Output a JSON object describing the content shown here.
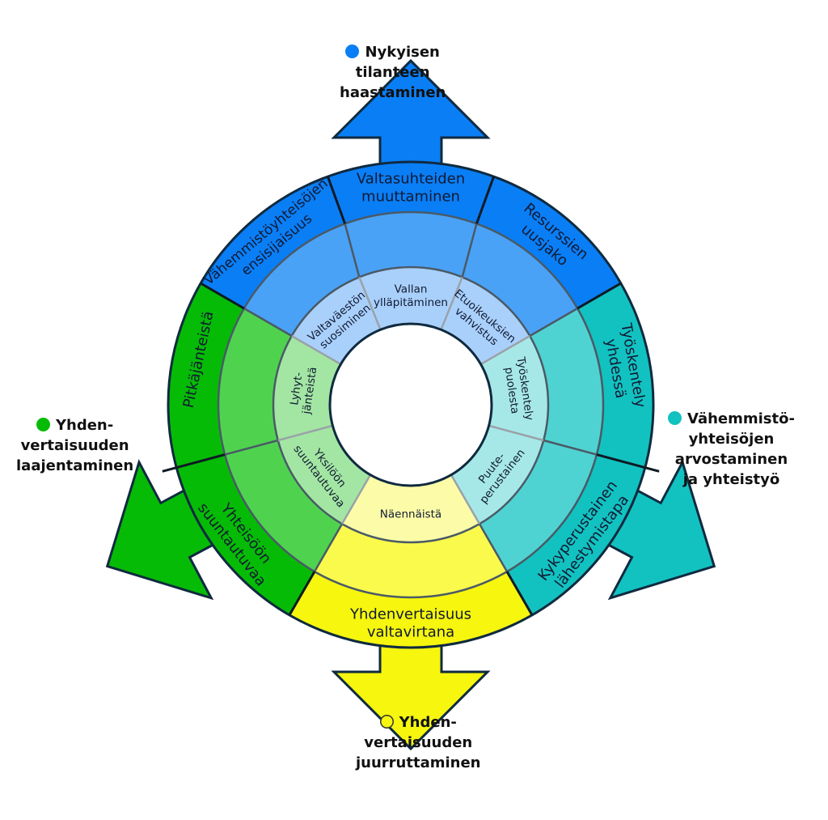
{
  "diagram": {
    "title": "Yhdenvertaisuuden kehä",
    "directions": [
      {
        "id": "top",
        "label_lines": [
          "Nykyisen",
          "tilanteen",
          "haastaminen"
        ],
        "color": "#0a7ef5",
        "dot_color": "#0a7ef5"
      },
      {
        "id": "right",
        "label_lines": [
          "Vähemmistö-",
          "yhteisöjen",
          "arvostaminen",
          "ja yhteistyö"
        ],
        "color": "#12c2c0",
        "dot_color": "#12c2c0"
      },
      {
        "id": "bottom",
        "label_lines": [
          "Yhden-",
          "vertaisuuden",
          "juurruttaminen"
        ],
        "color": "#f6f60e",
        "dot_color": "#f6f60e"
      },
      {
        "id": "left",
        "label_lines": [
          "Yhden-",
          "vertaisuuden",
          "laajentaminen"
        ],
        "color": "#06bb06",
        "dot_color": "#06bb06"
      }
    ],
    "outer_ring": [
      {
        "label_lines": [
          "Vähemmistöyhteisöjen",
          "ensisijaisuus"
        ],
        "group": "top"
      },
      {
        "label_lines": [
          "Valtasuhteiden",
          "muuttaminen"
        ],
        "group": "top"
      },
      {
        "label_lines": [
          "Resurssien",
          "uusjako"
        ],
        "group": "top"
      },
      {
        "label_lines": [
          "Työskentely",
          "yhdessä"
        ],
        "group": "right"
      },
      {
        "label_lines": [
          "Kykyperustainen",
          "lähestymistapa"
        ],
        "group": "right"
      },
      {
        "label_lines": [
          "Yhdenvertaisuus",
          "valtavirtana"
        ],
        "group": "bottom"
      },
      {
        "label_lines": [
          "Yhteisöön",
          "suuntautuvaa"
        ],
        "group": "left"
      },
      {
        "label_lines": [
          "Pitkäjänteistä"
        ],
        "group": "left"
      }
    ],
    "inner_ring": [
      {
        "label_lines": [
          "Valtaväestön",
          "suosiminen"
        ],
        "group": "top"
      },
      {
        "label_lines": [
          "Vallan",
          "ylläpitäminen"
        ],
        "group": "top"
      },
      {
        "label_lines": [
          "Etuoikeuksien",
          "vahvistus"
        ],
        "group": "top"
      },
      {
        "label_lines": [
          "Työskentely",
          "puolesta"
        ],
        "group": "right"
      },
      {
        "label_lines": [
          "Puute-",
          "perustainen"
        ],
        "group": "right"
      },
      {
        "label_lines": [
          "Näennäistä"
        ],
        "group": "bottom"
      },
      {
        "label_lines": [
          "Yksilöön",
          "suuntautuvaa"
        ],
        "group": "left"
      },
      {
        "label_lines": [
          "Lyhyt-",
          "jänteistä"
        ],
        "group": "left"
      }
    ],
    "colors": {
      "top": {
        "outer": "#0a7ef5",
        "middle": "#4aa2f7",
        "inner": "#a9d0fb"
      },
      "right": {
        "outer": "#12c2c0",
        "middle": "#4fd3d2",
        "inner": "#a6e8e7"
      },
      "bottom": {
        "outer": "#f6f60e",
        "middle": "#fafa4c",
        "inner": "#fcfca8"
      },
      "left": {
        "outer": "#06bb06",
        "middle": "#4fd34f",
        "inner": "#a3e6a3"
      },
      "outline": "#0f2a3f"
    }
  }
}
